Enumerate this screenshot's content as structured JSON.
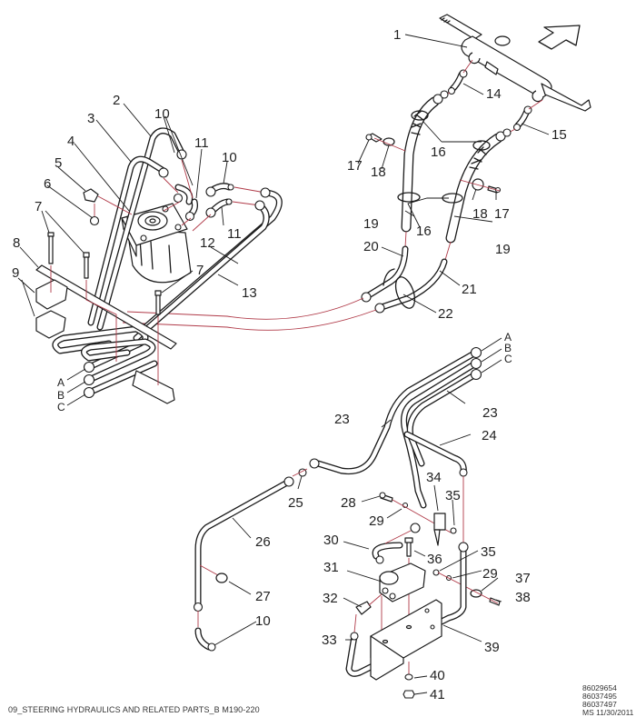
{
  "document": {
    "title": "09_STEERING HYDRAULICS AND RELATED PARTS_B M190-220",
    "part_references": [
      "86029654",
      "86037495",
      "86037497",
      "MS 11/30/2011"
    ]
  },
  "diagram": {
    "orientation_icon": "forward-arrow-icon",
    "colors": {
      "line": "#1a1a1a",
      "assembly_guide": "#b03a48",
      "background": "#ffffff"
    },
    "callouts": {
      "c1": "1",
      "c2": "2",
      "c3": "3",
      "c4": "4",
      "c5": "5",
      "c6": "6",
      "c7a": "7",
      "c7b": "7",
      "c8": "8",
      "c9": "9",
      "c10a": "10",
      "c10b": "10",
      "c10c": "10",
      "c11a": "11",
      "c11b": "11",
      "c12": "12",
      "c13": "13",
      "c14": "14",
      "c15": "15",
      "c16a": "16",
      "c16b": "16",
      "c17a": "17",
      "c17b": "17",
      "c18a": "18",
      "c18b": "18",
      "c19a": "19",
      "c19b": "19",
      "c20": "20",
      "c21": "21",
      "c22": "22",
      "c23a": "23",
      "c23b": "23",
      "c24": "24",
      "c25": "25",
      "c26": "26",
      "c27": "27",
      "c28": "28",
      "c29a": "29",
      "c29b": "29",
      "c30": "30",
      "c31": "31",
      "c32": "32",
      "c33": "33",
      "c34": "34",
      "c35a": "35",
      "c35b": "35",
      "c36": "36",
      "c37": "37",
      "c38": "38",
      "c39": "39",
      "c40": "40",
      "c41": "41"
    },
    "port_labels": {
      "left": [
        "A",
        "B",
        "C"
      ],
      "right": [
        "A",
        "B",
        "C"
      ]
    }
  }
}
